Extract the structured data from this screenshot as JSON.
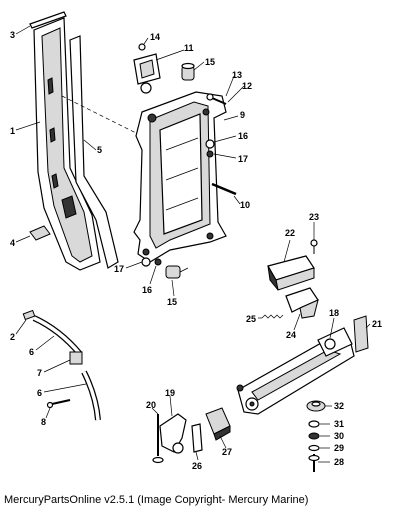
{
  "callouts": {
    "n1": "1",
    "n2": "2",
    "n3": "3",
    "n4": "4",
    "n5": "5",
    "n6a": "6",
    "n6b": "6",
    "n7": "7",
    "n8": "8",
    "n9": "9",
    "n10": "10",
    "n11": "11",
    "n12": "12",
    "n13": "13",
    "n14": "14",
    "n15a": "15",
    "n15b": "15",
    "n16a": "16",
    "n16b": "16",
    "n17a": "17",
    "n17b": "17",
    "n18": "18",
    "n19": "19",
    "n20": "20",
    "n21": "21",
    "n22": "22",
    "n23": "23",
    "n24": "24",
    "n25": "25",
    "n26": "26",
    "n27": "27",
    "n28": "28",
    "n29": "29",
    "n30": "30",
    "n31": "31",
    "n32": "32"
  },
  "caption": "MercuryPartsOnline v2.5.1 (Image Copyright- Mercury Marine)"
}
